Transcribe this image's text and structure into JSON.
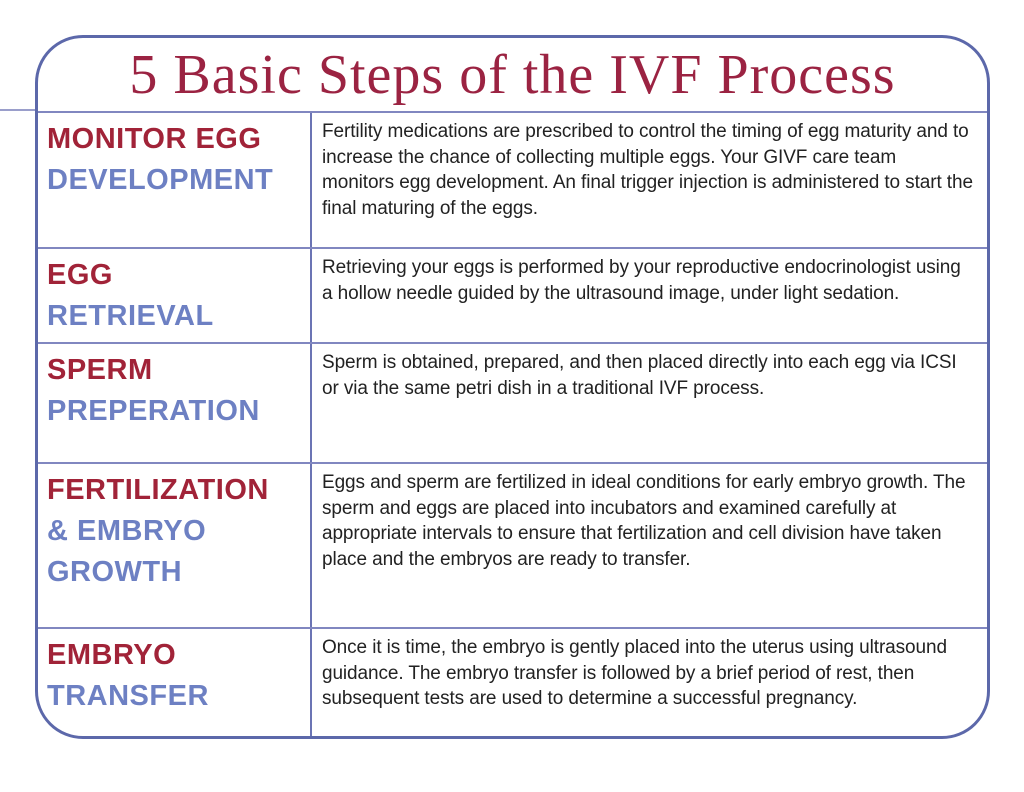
{
  "header": {
    "title": "5 Basic Steps of the IVF Process"
  },
  "steps": [
    {
      "red": "MONITOR EGG",
      "blue": "DEVELOPMENT",
      "description": "Fertility medications are prescribed to control the timing of egg maturity and to increase the chance of collecting multiple eggs. Your GIVF care team monitors egg development. An final trigger injection is administered to start the final maturing of the eggs."
    },
    {
      "red": "EGG",
      "blue": "RETRIEVAL",
      "description": "Retrieving your eggs is performed by your reproductive endocrinologist using a hollow needle guided by the ultrasound image, under light sedation."
    },
    {
      "red": "SPERM",
      "blue": "PREPERATION",
      "description": "Sperm is obtained, prepared, and then placed directly into each egg via ICSI or via the same petri dish in a traditional IVF process."
    },
    {
      "red": "FERTILIZATION",
      "blue": "& EMBRYO\nGROWTH",
      "description": "Eggs and sperm are fertilized in ideal conditions for early embryo growth. The sperm and eggs are placed into incubators and examined carefully at appropriate intervals to ensure that fertilization and cell division have taken place and the embryos are ready to transfer."
    },
    {
      "red": "EMBRYO",
      "blue": "TRANSFER",
      "description": "Once it is time, the embryo is gently placed into the uterus using ultrasound guidance. The embryo transfer is followed by a brief period of rest, then subsequent tests are used to determine a successful pregnancy."
    }
  ],
  "colors": {
    "title_red": "#9b2342",
    "step_red": "#a12338",
    "step_blue": "#6d80c3",
    "card_border": "#5c68aa",
    "grid_line": "#8187c0",
    "body_text": "#222222"
  }
}
